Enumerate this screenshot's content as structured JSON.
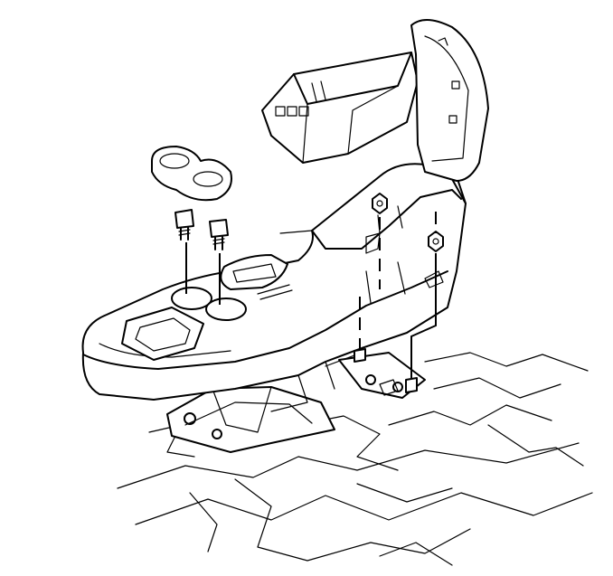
{
  "diagram": {
    "colors": {
      "ink": "#000000",
      "paper": "#ffffff"
    },
    "parts": [
      {
        "id": "console-lid",
        "icon": "hinged-lid"
      },
      {
        "id": "storage-tray",
        "icon": "tray"
      },
      {
        "id": "cup-holder-insert",
        "icon": "cup-holder"
      },
      {
        "id": "console-body",
        "icon": "floor-console"
      },
      {
        "id": "front-bolts",
        "icon": "bolt",
        "count": 2
      },
      {
        "id": "rear-nuts",
        "icon": "nut",
        "count": 2
      },
      {
        "id": "mounting-bracket",
        "icon": "bracket"
      },
      {
        "id": "floor-pan",
        "icon": "carpet-floor"
      }
    ]
  }
}
